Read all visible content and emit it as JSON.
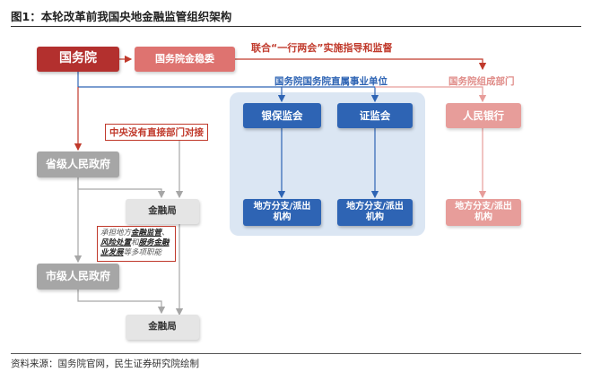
{
  "title": "图1：本轮改革前我国央地金融监管组织架构",
  "source": "资料来源：国务院官网，民生证券研究院绘制",
  "nodes": {
    "state_council": "国务院",
    "finance_committee": "国务院金稳委",
    "cbirc": "银保监会",
    "csrc": "证监会",
    "pboc": "人民银行",
    "cbirc_branch": "地方分支/派出机构",
    "csrc_branch": "地方分支/派出机构",
    "pboc_branch": "地方分支/派出机构",
    "provincial_gov": "省级人民政府",
    "provincial_fin_bureau": "金融局",
    "city_gov": "市级人民政府",
    "city_fin_bureau": "金融局"
  },
  "labels": {
    "coordination": "联合“一行两会”实施指导和监督",
    "institutions": "国务院国务院直属事业单位",
    "departments": "国务院组成部门",
    "no_counterpart": "中央没有直接部门对接"
  },
  "note": {
    "prefix": "承担地方",
    "item1": "金融监管",
    "sep1": "、",
    "item2": "风险处置",
    "sep2": "和",
    "item3": "服务金融业发展",
    "suffix": "等多项职能"
  },
  "colors": {
    "red_dark": "#b3302e",
    "red_mid": "#de7370",
    "pink": "#e79d9a",
    "blue": "#2e64b4",
    "gray": "#a6a6a6",
    "gray_light": "#e5e5e5",
    "panel_blue": "#dbe6f3"
  }
}
